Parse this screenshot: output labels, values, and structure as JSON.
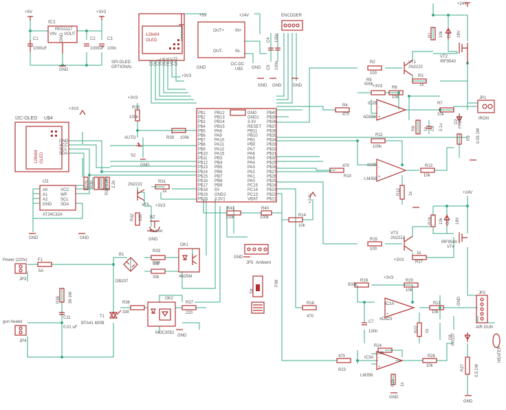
{
  "power": {
    "v5_a": "+5V",
    "v3_a": "+3V3",
    "v5_b": "+5V",
    "v24_a": "+24V",
    "v24_b": "+24V",
    "v3_b": "+3V3",
    "v3_c": "+3V3",
    "v3_d": "+3V3",
    "v3_e": "+3V3",
    "v3_f": "+3V3",
    "v24_c": "+24V",
    "v3_g": "+3V3",
    "v3_h": "+3V3",
    "v24_d": "+24V"
  },
  "ic1": {
    "ref": "IC1",
    "part": "REG1117",
    "vin": "VIN",
    "vout": "VOUT",
    "gnd": "GND"
  },
  "caps_top": {
    "c1": "C1",
    "c1v": "1000uF",
    "c2": "C2",
    "c2v": "1000uF",
    "c3": "C3",
    "c3v": "100n"
  },
  "oled_spi": {
    "title": "128x64",
    "sub": "OLED",
    "label1": "SPI-OLED",
    "label2": "OPTIONAL",
    "pins": [
      "CS",
      "DC",
      "SCL",
      "SDA",
      "RES",
      "VCC",
      "GND"
    ]
  },
  "dcdc": {
    "outp": "OUT+",
    "inp": "IN+",
    "outm": "OUT-",
    "inm": "IN-",
    "name": "DC-DC",
    "ref": "U$3"
  },
  "encoder": {
    "label": "ENCODER",
    "c4": "C4",
    "c4v": "100n",
    "c5": "C5",
    "c5v": "100n"
  },
  "gnd_label": "GND",
  "oled_i2c": {
    "label": "I2C-OLED",
    "ref": "U$4",
    "title": "128x64",
    "sub": "OLED",
    "pins": [
      "GND",
      "VCC",
      "SCL",
      "SDA"
    ]
  },
  "u1": {
    "ref": "U1",
    "part": "AT24C32A",
    "left": [
      "A0",
      "A1",
      "A2",
      "GND"
    ],
    "right": [
      "VCC",
      "WP",
      "SCL",
      "SDA"
    ]
  },
  "r_pullups": [
    "R29",
    "R30",
    "R28 2.2k",
    "2.2k"
  ],
  "r28": {
    "ref": "R28",
    "val": "100k"
  },
  "r39": {
    "ref": "R39",
    "val": "100k"
  },
  "auto": {
    "label": "AUTO",
    "ref": "S2"
  },
  "r31": {
    "ref": "R31",
    "val": "1k"
  },
  "vt5": {
    "ref": "VT5",
    "part": "2N2222"
  },
  "r32": {
    "ref": "R32",
    "val": "100"
  },
  "bz": {
    "ref": "BZ",
    "part": "Buzzer"
  },
  "mcu": {
    "left": [
      "PB12",
      "PB13",
      "PB14",
      "PB15",
      "PA8",
      "PA9",
      "PA10",
      "PA11",
      "PA12",
      "PA15",
      "PB3",
      "PB4",
      "PB5",
      "PB6",
      "PB7",
      "PB8",
      "PB9",
      "5V",
      "GND2",
      "3.3V1"
    ],
    "right": [
      "GND",
      "GND1",
      "3.3V",
      "RESET",
      "PB11",
      "PB10",
      "PB1",
      "PB0",
      "PA7",
      "PA6",
      "PA5",
      "PA4",
      "PA3",
      "PA2",
      "PA1",
      "PA0",
      "PC15",
      "PC14",
      "PC13",
      "VBAT"
    ],
    "lnum": [
      "P$1",
      "P$2",
      "P$3",
      "P$4",
      "P$5",
      "P$6",
      "P$7",
      "P$8",
      "P$9",
      "P$10",
      "P$11",
      "P$12",
      "P$13",
      "P$14",
      "P$15",
      "P$16",
      "P$17",
      "P$18",
      "P$19",
      "P$20"
    ],
    "rnum": [
      "P$40",
      "P$39",
      "P$38",
      "P$37",
      "P$36",
      "P$35",
      "P$34",
      "P$33",
      "P$32",
      "P$31",
      "P$30",
      "P$29",
      "P$28",
      "P$27",
      "P$26",
      "P$25",
      "P$24",
      "P$23",
      "P$22",
      "P$21"
    ]
  },
  "r41": {
    "ref": "R41",
    "val": "100k"
  },
  "r40": {
    "ref": "R40",
    "val": "100k"
  },
  "r14": {
    "ref": "R14",
    "val": "10k"
  },
  "jp5": {
    "ref": "JP5",
    "part": "Ambient"
  },
  "tilt": {
    "label": "Tilt",
    "ref": "P38"
  },
  "power_in": {
    "label": "Power (220v)",
    "ref": "JP3",
    "f1": "F1",
    "f1v": "5A"
  },
  "gun_heater": {
    "label": "gun heater",
    "ref": "JP4"
  },
  "b1": {
    "ref": "B1",
    "part": "DB207"
  },
  "r33": {
    "ref": "R33",
    "val": "33k"
  },
  "r34": {
    "ref": "R34",
    "val": "33k"
  },
  "ok1": {
    "ref": "OK1",
    "part": "4N25M"
  },
  "r35": {
    "ref": "R35",
    "val": "39 1W"
  },
  "c11": {
    "ref": "C11",
    "val": "0.01 uF"
  },
  "t1": {
    "ref": "T1",
    "part": "BTA41 600B"
  },
  "r36": {
    "ref": "R36",
    "val": "330"
  },
  "ok2": {
    "ref": "OK2",
    "part": "MOC3052"
  },
  "r37": {
    "ref": "R37",
    "val": "220"
  },
  "iron": {
    "vt1": "VT1",
    "vt1p": "2N2222",
    "vt2": "VT2",
    "vt2p": "IRF9540",
    "r1": "R1",
    "r1v": "10k",
    "d1": "D1",
    "d1v": "18V",
    "r2": "R2",
    "r2v": "100",
    "r3": "R3",
    "r3v": "1k",
    "r5": "R5",
    "r5v": "500k",
    "r6": "R6",
    "r6v": "10k",
    "ic2b": "IC2B",
    "ad": "AD823",
    "r4": "R4",
    "r4v": "470",
    "r7": "R7",
    "r7v": "10k",
    "r8": "R8",
    "r8v": "1k",
    "c6": "C6",
    "c6v": "0.1u",
    "d2": "D2",
    "d2v": "FR107",
    "r9": "R9",
    "r9v": "0.05 1W",
    "jp1": "JP1",
    "jp1l": "IRON",
    "r11": "R11",
    "r11v": "100k",
    "ic3b": "IC3B",
    "lm": "LM358",
    "r10": "R10",
    "r10v": "470",
    "r12": "R12",
    "r12v": "1k",
    "r13": "R13",
    "r13v": "10k"
  },
  "gun": {
    "vt3": "VT3",
    "vt3p": "2N2222",
    "vt4": "VT4",
    "vt4p": "IRF9540",
    "r16": "R16",
    "r16v": "10k",
    "d3": "D3",
    "d3v": "18V",
    "r15": "R15",
    "r15v": "100",
    "r17": "R17",
    "r17v": "1k",
    "r19": "R19",
    "r19v": "500k",
    "r20": "R20",
    "r20v": "10k",
    "ic2a": "IC2A",
    "ad": "AD823",
    "r18": "R18",
    "r18v": "470",
    "c7": "C7",
    "c7v": "100n",
    "r21": "R21",
    "r21v": "10k",
    "r22": "R22",
    "r22v": "1k",
    "d8": "D8",
    "d8v": "FR107",
    "r24": "R24",
    "r24v": "100k",
    "ic3a": "IC3A",
    "lm": "LM358",
    "r23": "R23",
    "r23v": "470",
    "r26": "R26",
    "r26v": "10k",
    "r25": "R25",
    "r25v": "1k",
    "r27": "R27",
    "r27v": "0.5 1W",
    "jp2": "JP2",
    "jp2l": "AIR GUN",
    "gnd": "GND",
    "heater": "HEATER"
  }
}
